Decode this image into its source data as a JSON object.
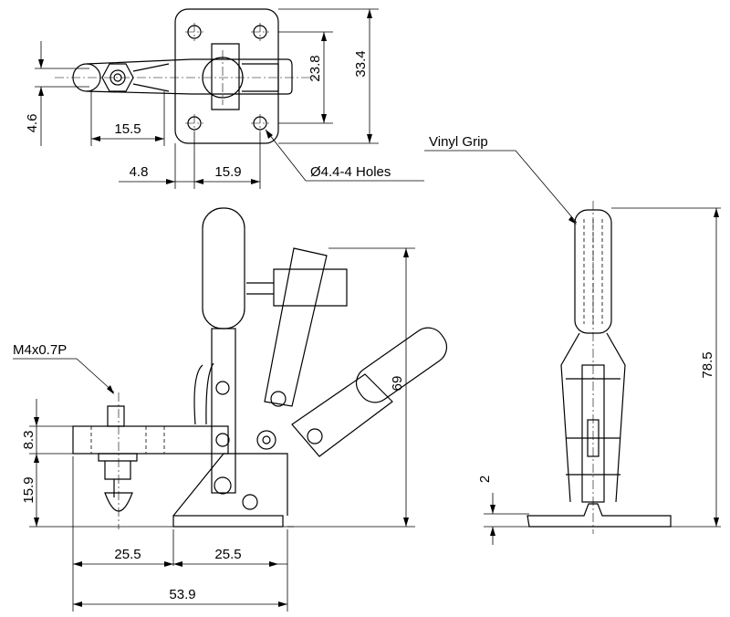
{
  "drawing": {
    "top_view": {
      "dim_4_6": "4.6",
      "dim_15_5": "15.5",
      "dim_23_8": "23.8",
      "dim_33_4": "33.4",
      "dim_4_8": "4.8",
      "dim_15_9": "15.9",
      "holes_note": "Ø4.4-4 Holes"
    },
    "side_view": {
      "thread_note": "M4x0.7P",
      "dim_8_3": "8.3",
      "dim_15_9": "15.9",
      "dim_69": "69",
      "dim_25_5_left": "25.5",
      "dim_25_5_right": "25.5",
      "dim_53_9": "53.9"
    },
    "end_view": {
      "grip_note": "Vinyl Grip",
      "dim_78_5": "78.5",
      "dim_2": "2"
    }
  }
}
